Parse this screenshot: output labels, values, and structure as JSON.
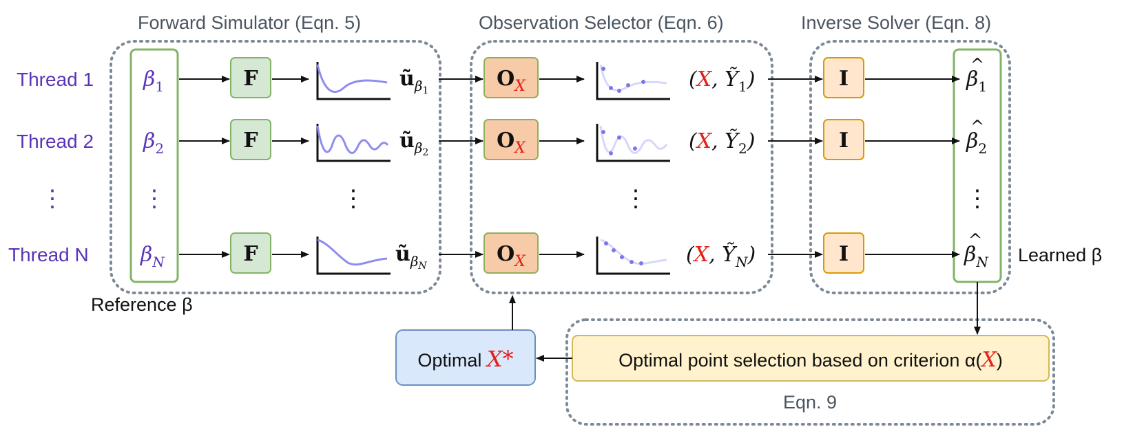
{
  "titles": {
    "forward": "Forward Simulator (Eqn. 5)",
    "observation": "Observation Selector (Eqn. 6)",
    "inverse": "Inverse Solver (Eqn. 8)",
    "eqn9": "Eqn. 9"
  },
  "threads": [
    {
      "label": "Thread 1",
      "beta_sub": "1",
      "u_sub": "1",
      "y_sub": "1"
    },
    {
      "label": "Thread 2",
      "beta_sub": "2",
      "u_sub": "2",
      "y_sub": "2"
    },
    {
      "label": "Thread N",
      "beta_sub": "N",
      "u_sub": "N",
      "y_sub": "N"
    }
  ],
  "symbols": {
    "beta": "β",
    "forward_op": "F",
    "observe_op": "O",
    "observe_sub": "X",
    "inverse_op": "I",
    "u": "ũ",
    "x": "X",
    "y": "Ỹ",
    "ellipsis": "⋮"
  },
  "labels": {
    "reference": "Reference β",
    "learned": "Learned β",
    "optimal_prefix": "Optimal ",
    "optimal_x": "X*",
    "criterion_prefix": "Optimal point selection based on criterion α(",
    "criterion_x": "X",
    "criterion_suffix": ")"
  },
  "colors": {
    "purple": "#5a33b8",
    "red": "#e0211b",
    "green_fill": "#d5e8d4",
    "green_stroke": "#82b366",
    "orange_fill": "#f8cba8",
    "orange_stroke": "#8fb05a",
    "peach_fill": "#ffe6cc",
    "peach_stroke": "#d79b00",
    "blue_fill": "#dae8fc",
    "blue_stroke": "#6c8ebf",
    "yellow_fill": "#fff2cc",
    "yellow_stroke": "#d6b656",
    "curve": "#8f8cf0"
  }
}
